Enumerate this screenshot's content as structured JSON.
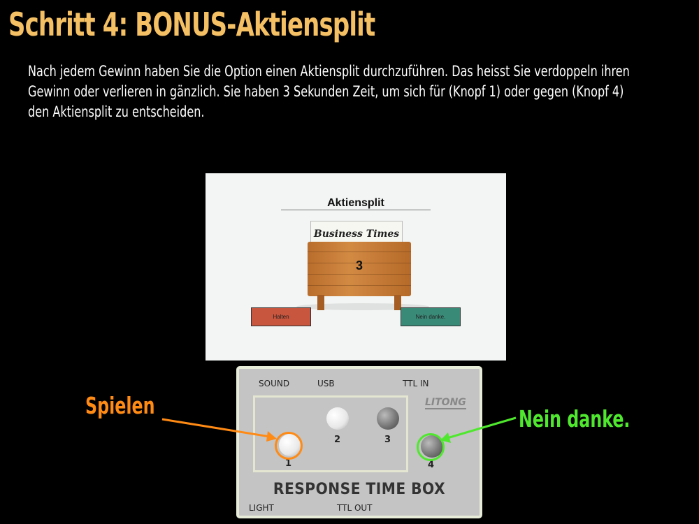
{
  "slide": {
    "title": "Schritt 4: BONUS-Aktiensplit",
    "paragraph": "Nach jedem Gewinn haben Sie die Option einen Aktiensplit durchzuführen. Das heisst Sie verdoppeln ihren Gewinn oder verlieren in gänzlich. Sie haben 3 Sekunden Zeit, um sich für (Knopf 1) oder gegen (Knopf 4) den Aktiensplit zu entscheiden."
  },
  "screenshot": {
    "title": "Aktiensplit",
    "newspaper": "Business Times",
    "countdown": "3",
    "left_button": "Halten",
    "right_button": "Nein danke."
  },
  "response_box": {
    "label_sound": "SOUND",
    "label_usb": "USB",
    "label_ttl_in": "TTL IN",
    "logo": "LITONG",
    "buttons": [
      "1",
      "2",
      "3",
      "4"
    ],
    "title": "RESPONSE TIME BOX",
    "label_light": "LIGHT",
    "label_ttl_out": "TTL OUT"
  },
  "callouts": {
    "left": "Spielen",
    "right": "Nein danke."
  },
  "colors": {
    "title": "#f5c063",
    "left_callout": "#ff8a14",
    "right_callout": "#4fe82e",
    "halten_button": "#c8553d",
    "nein_button": "#3a8a78"
  }
}
